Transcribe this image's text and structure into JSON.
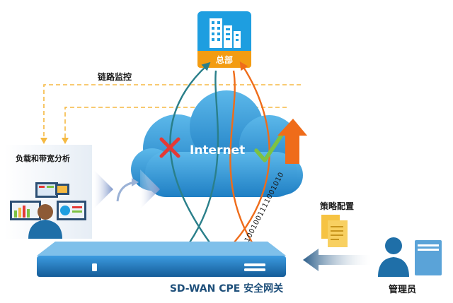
{
  "labels": {
    "hq": "总部",
    "link_monitor": "链路监控",
    "internet": "Internet",
    "load_bandwidth_analysis": "负载和带宽分析",
    "policy_config": "策略配置",
    "admin": "管理员",
    "cpe_device": "SD-WAN CPE 安全网关",
    "binary_stream": "1001001111001010"
  },
  "colors": {
    "cloud": "#2f96d3",
    "hq_building": "#1e9ee0",
    "hq_orange": "#f39c12",
    "failed_path": "#e53935",
    "good_path": "#7dc242",
    "teal_path": "#2a7f8a",
    "orange_path": "#ef6c1a",
    "device": "#1b73b4",
    "dashed_link": "#f5b942"
  },
  "icons": {
    "hq": "office-building-icon",
    "failed_link": "red-x-icon",
    "good_link": "green-check-icon",
    "upgrade": "up-arrow-icon",
    "admin": "person-computer-icon",
    "policy": "documents-icon",
    "analyst": "analyst-monitors-icon"
  }
}
